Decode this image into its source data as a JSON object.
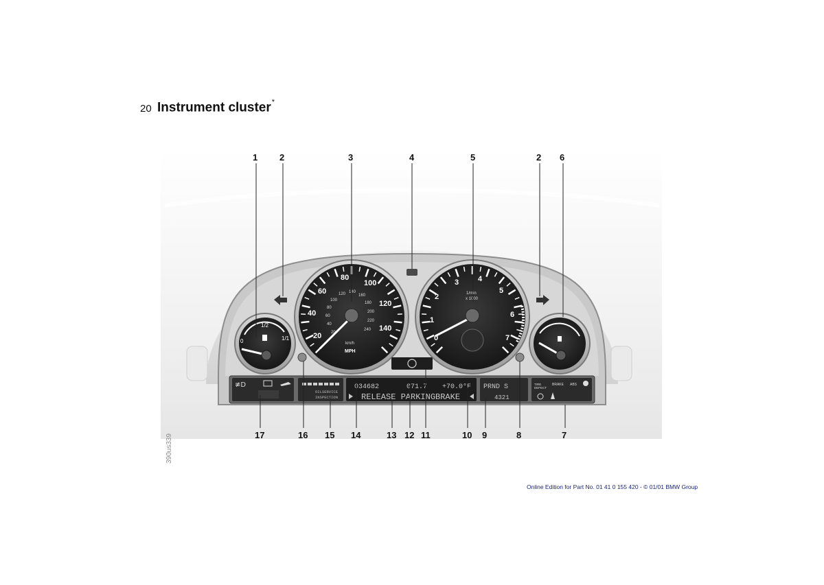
{
  "page": {
    "number": "20",
    "title": "Instrument cluster",
    "title_marker": "*",
    "figure_code": "390us339",
    "footer": "Online Edition for Part No. 01 41 0 155 420 - © 01/01 BMW Group"
  },
  "callouts": [
    "1",
    "2",
    "3",
    "4",
    "5",
    "2",
    "6",
    "17",
    "16",
    "15",
    "14",
    "13",
    "12",
    "11",
    "10",
    "9",
    "8",
    "7"
  ],
  "fuel_gauge": {
    "half": "1/2",
    "empty": "0",
    "full": "1/1"
  },
  "speedometer": {
    "mph_labels": [
      "20",
      "40",
      "60",
      "80",
      "100",
      "120",
      "140"
    ],
    "kmh_labels": [
      "20",
      "40",
      "60",
      "80",
      "100",
      "120",
      "140",
      "160",
      "180",
      "200",
      "220",
      "240"
    ],
    "unit_kmh": "km/h",
    "unit_mph": "MPH"
  },
  "tachometer": {
    "labels": [
      "0",
      "1",
      "2",
      "3",
      "4",
      "5",
      "6",
      "7"
    ],
    "unit_top": "1/min",
    "unit_bottom": "x 1000"
  },
  "displays": {
    "odometer": "034682",
    "trip": "071.7",
    "temperature": "+70.0°F",
    "message": "RELEASE PARKINGBRAKE",
    "gear_indicator": "PRND S",
    "gear_small": "4321",
    "service_top": "OILSERVICE",
    "service_bottom": "INSPECTION",
    "warn_text_1": "TIRE\nDEFECT",
    "warn_brake": "BRAKE",
    "warn_abs": "ABS"
  }
}
